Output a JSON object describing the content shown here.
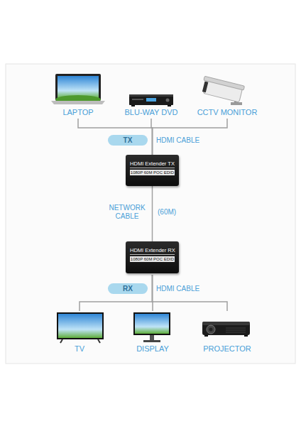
{
  "diagram": {
    "nodes": [
      {
        "text": [
          "LAPTOP"
        ]
      },
      {
        "text": [
          "BLU-WAY DVD"
        ]
      },
      {
        "text": [
          "CCTV MONITOR"
        ]
      },
      {
        "text": [
          "TX"
        ]
      },
      {
        "text": [
          "HDMI Extender TX",
          "1080P 60M POC EDID"
        ]
      },
      {
        "text": [
          "HDMI Extender RX",
          "1080P 60M POC EDID"
        ]
      },
      {
        "text": [
          "RX"
        ]
      },
      {
        "text": [
          "TV"
        ]
      },
      {
        "text": [
          "DISPLAY"
        ]
      },
      {
        "text": [
          "PROJECTOR"
        ]
      }
    ],
    "edges": [
      {
        "from": 0,
        "to": 4,
        "arrow": "none"
      },
      {
        "from": 1,
        "to": 4,
        "arrow": "none"
      },
      {
        "from": 2,
        "to": 4,
        "arrow": "none"
      },
      {
        "from": 4,
        "to": 5,
        "label": "NETWORK CABLE",
        "arrow": "none"
      },
      {
        "from": 5,
        "to": 7,
        "arrow": "none"
      },
      {
        "from": 5,
        "to": 8,
        "arrow": "none"
      },
      {
        "from": 5,
        "to": 9,
        "arrow": "none"
      }
    ],
    "labels": [
      "HDMI CABLE",
      "(60M)",
      "HDMI CABLE"
    ]
  }
}
